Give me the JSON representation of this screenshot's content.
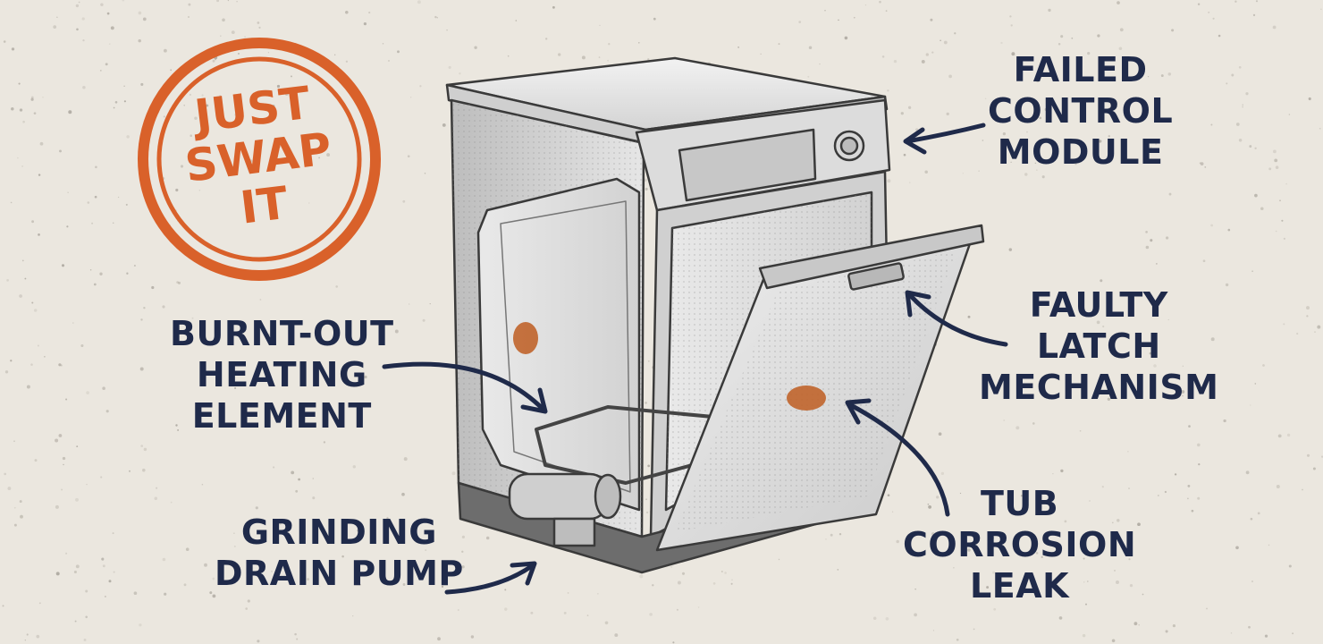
{
  "stamp": {
    "lines": [
      "JUST",
      "SWAP",
      "IT"
    ],
    "color": "#d9612a"
  },
  "callouts": [
    {
      "id": "control-module",
      "lines": [
        "FAILED",
        "CONTROL",
        "MODULE"
      ]
    },
    {
      "id": "heating-element",
      "lines": [
        "BURNT-OUT",
        "HEATING",
        "ELEMENT"
      ]
    },
    {
      "id": "latch-mechanism",
      "lines": [
        "FAULTY",
        "LATCH",
        "MECHANISM"
      ]
    },
    {
      "id": "drain-pump",
      "lines": [
        "GRINDING",
        "DRAIN PUMP"
      ]
    },
    {
      "id": "tub-corrosion",
      "lines": [
        "TUB",
        "CORROSION",
        "LEAK"
      ]
    }
  ],
  "colors": {
    "label_ink": "#1f2a4a",
    "background": "#ebe7df",
    "rust": "#c0642b",
    "steel_outline": "#3a3a3a"
  }
}
